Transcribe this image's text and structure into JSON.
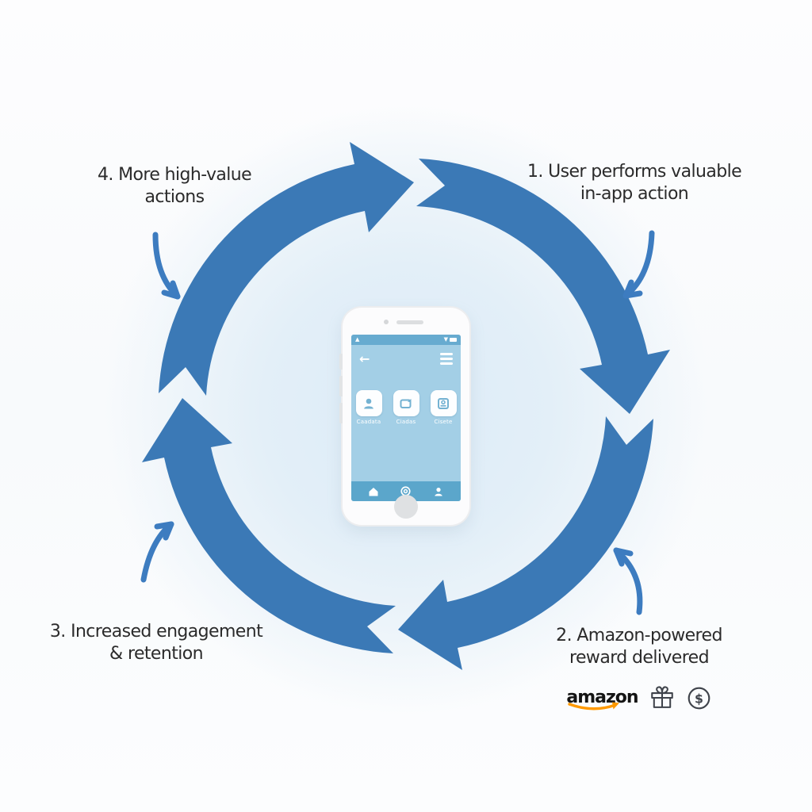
{
  "colors": {
    "cycle_blue": "#3b79b6",
    "accent_arrow_blue": "#3d7cc0",
    "text_dark": "#2b2b2b",
    "amazon_orange": "#ff9900",
    "icon_stroke": "#3f434b",
    "phone_screen_blue": "#a3cfe6",
    "phone_navbar_blue": "#5ba6cb",
    "phone_statusbar_blue": "#67abd0",
    "tile_glyph_blue": "#74b2d2",
    "inner_glow_blue": "#dcebf7"
  },
  "diagram": {
    "type": "cycle",
    "direction": "clockwise",
    "steps": [
      {
        "id": "1",
        "line1": "1. User performs valuable",
        "line2": "in-app action",
        "position": "top-right"
      },
      {
        "id": "2",
        "line1": "2. Amazon-powered",
        "line2": "reward delivered",
        "position": "bottom-right"
      },
      {
        "id": "3",
        "line1": "3. Increased engagement",
        "line2": "& retention",
        "position": "bottom-left"
      },
      {
        "id": "4",
        "line1": "4. More high-value",
        "line2": "actions",
        "position": "top-left"
      }
    ]
  },
  "reward": {
    "brand": "amazon",
    "dollar_symbol": "$",
    "icons": [
      "amazon-logo",
      "gift-icon",
      "dollar-coin-icon"
    ]
  },
  "phone": {
    "app_icons": [
      {
        "label": "Caadata",
        "glyph": "person-icon"
      },
      {
        "label": "Ciadas",
        "glyph": "screen-share-icon"
      },
      {
        "label": "Cisete",
        "glyph": "card-icon"
      }
    ],
    "nav_icons": [
      "home-icon",
      "target-icon",
      "person-icon"
    ]
  }
}
